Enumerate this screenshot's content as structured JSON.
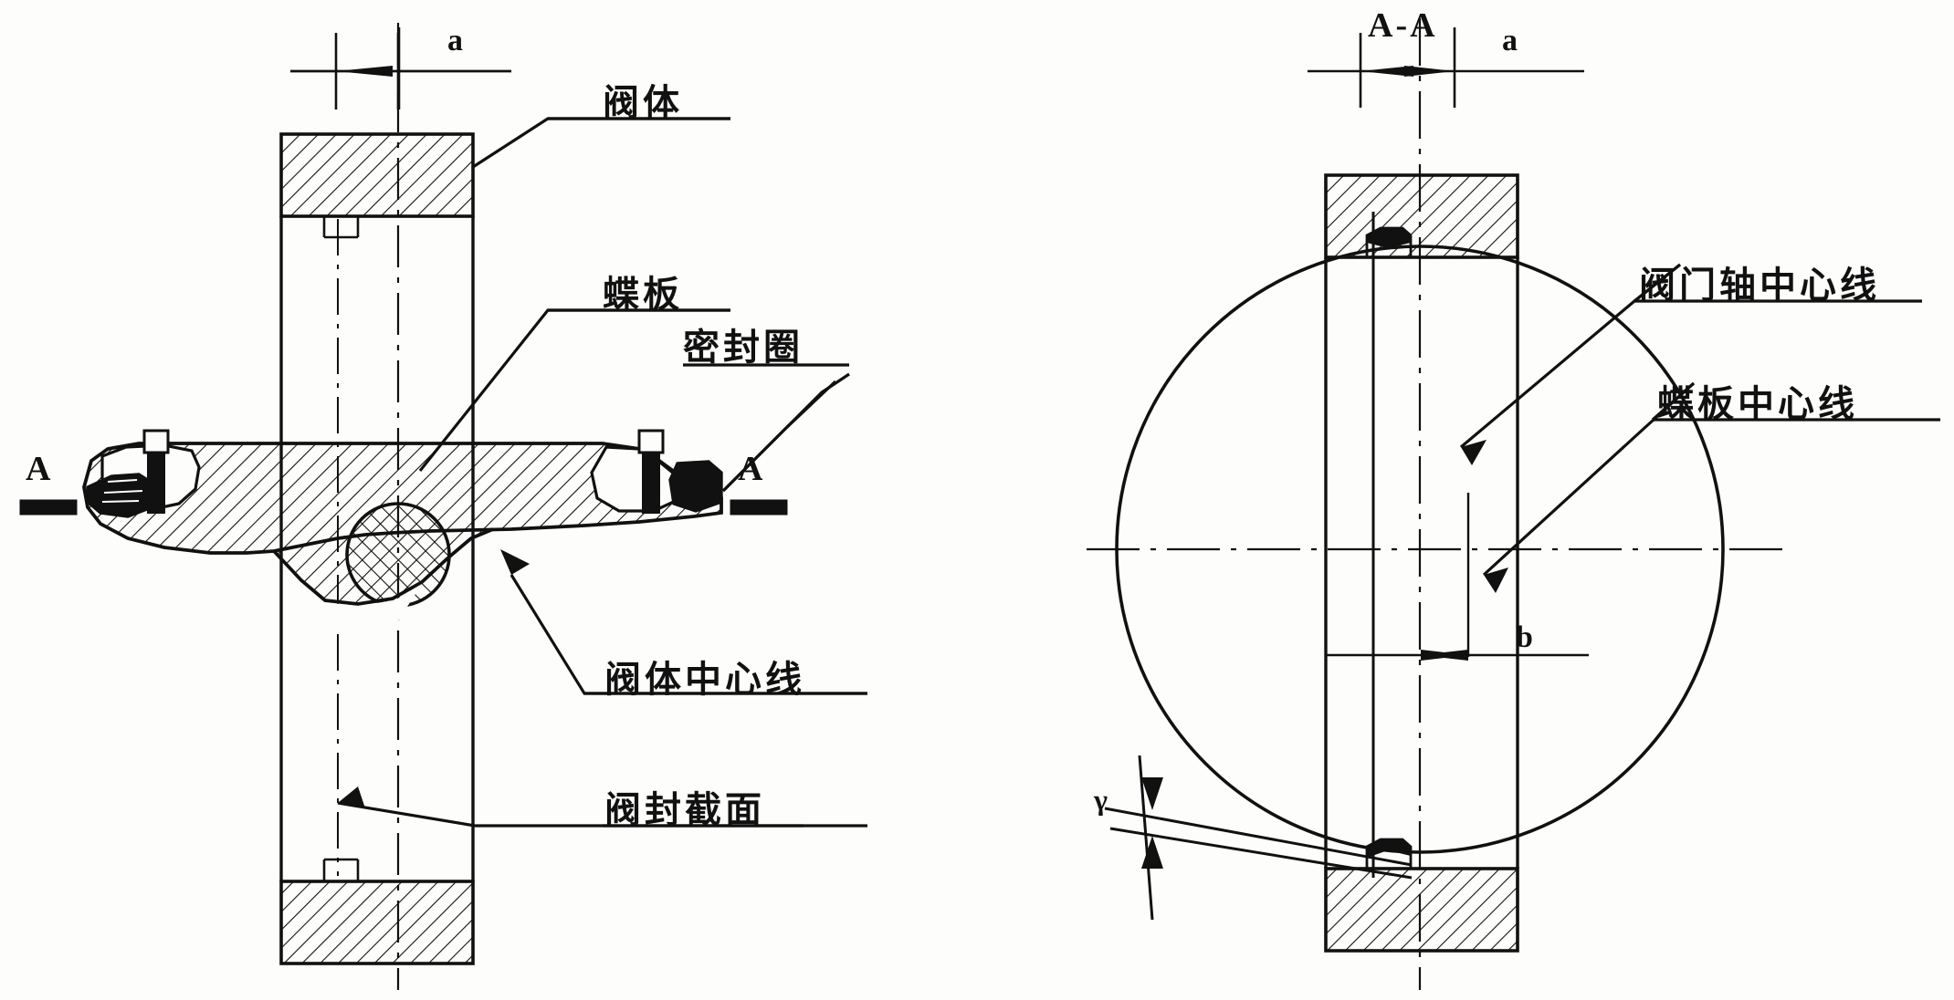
{
  "drawing": {
    "title": "Butterfly Valve Sectional Drawing",
    "background_color": "#fdfdfb",
    "line_color": "#111111"
  },
  "left_view": {
    "name": "front-section-view",
    "dimension_a": "a",
    "section_mark_left": "A",
    "section_mark_right": "A",
    "labels": [
      {
        "id": "valve-body",
        "text": "阀体"
      },
      {
        "id": "butterfly-disc",
        "text": "蝶板"
      },
      {
        "id": "seal-ring",
        "text": "密封圈"
      },
      {
        "id": "valve-body-centerline",
        "text": "阀体中心线"
      },
      {
        "id": "seal-section",
        "text": "阀封截面"
      }
    ]
  },
  "right_view": {
    "name": "section-a-a-view",
    "section_title": "A-A",
    "dimension_a": "a",
    "dimension_b": "b",
    "angle_symbol": "γ",
    "labels": [
      {
        "id": "valve-shaft-centerline",
        "text": "阀门轴中心线"
      },
      {
        "id": "disc-centerline",
        "text": "蝶板中心线"
      }
    ]
  },
  "chart_data": {
    "type": "table",
    "title": "Butterfly Valve Eccentricity Schematic",
    "categories": [
      "阀体",
      "蝶板",
      "密封圈",
      "阀体中心线",
      "阀封截面",
      "阀门轴中心线",
      "蝶板中心线"
    ],
    "values": [
      "a",
      "b",
      "γ"
    ],
    "xlabel": "",
    "ylabel": ""
  }
}
